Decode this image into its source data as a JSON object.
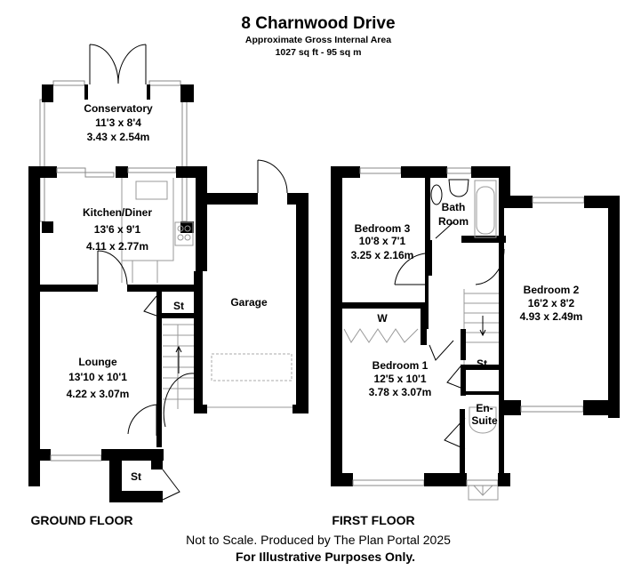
{
  "header": {
    "title": "8 Charnwood Drive",
    "subtitle": "Approximate Gross Internal Area",
    "area": "1027 sq ft - 95 sq m"
  },
  "ground_floor": {
    "label": "GROUND FLOOR",
    "rooms": [
      {
        "name": "Conservatory",
        "imperial": "11'3 x 8'4",
        "metric": "3.43 x 2.54m"
      },
      {
        "name": "Kitchen/Diner",
        "imperial": "13'6 x 9'1",
        "metric": "4.11 x 2.77m"
      },
      {
        "name": "Garage"
      },
      {
        "name": "Lounge",
        "imperial": "13'10 x 10'1",
        "metric": "4.22 x 3.07m"
      },
      {
        "name": "St"
      },
      {
        "name": "St"
      }
    ]
  },
  "first_floor": {
    "label": "FIRST FLOOR",
    "rooms": [
      {
        "name": "Bedroom 3",
        "imperial": "10'8 x 7'1",
        "metric": "3.25 x 2.16m"
      },
      {
        "name": "Bath",
        "name2": "Room"
      },
      {
        "name": "Bedroom 2",
        "imperial": "16'2 x 8'2",
        "metric": "4.93 x 2.49m"
      },
      {
        "name": "Bedroom 1",
        "imperial": "12'5 x 10'1",
        "metric": "3.78 x 3.07m"
      },
      {
        "name": "W"
      },
      {
        "name": "St"
      },
      {
        "name": "En-",
        "name2": "Suite"
      }
    ]
  },
  "footer": {
    "disclaimer": "Not to Scale. Produced by The Plan Portal 2025",
    "note": "For Illustrative Purposes Only."
  }
}
